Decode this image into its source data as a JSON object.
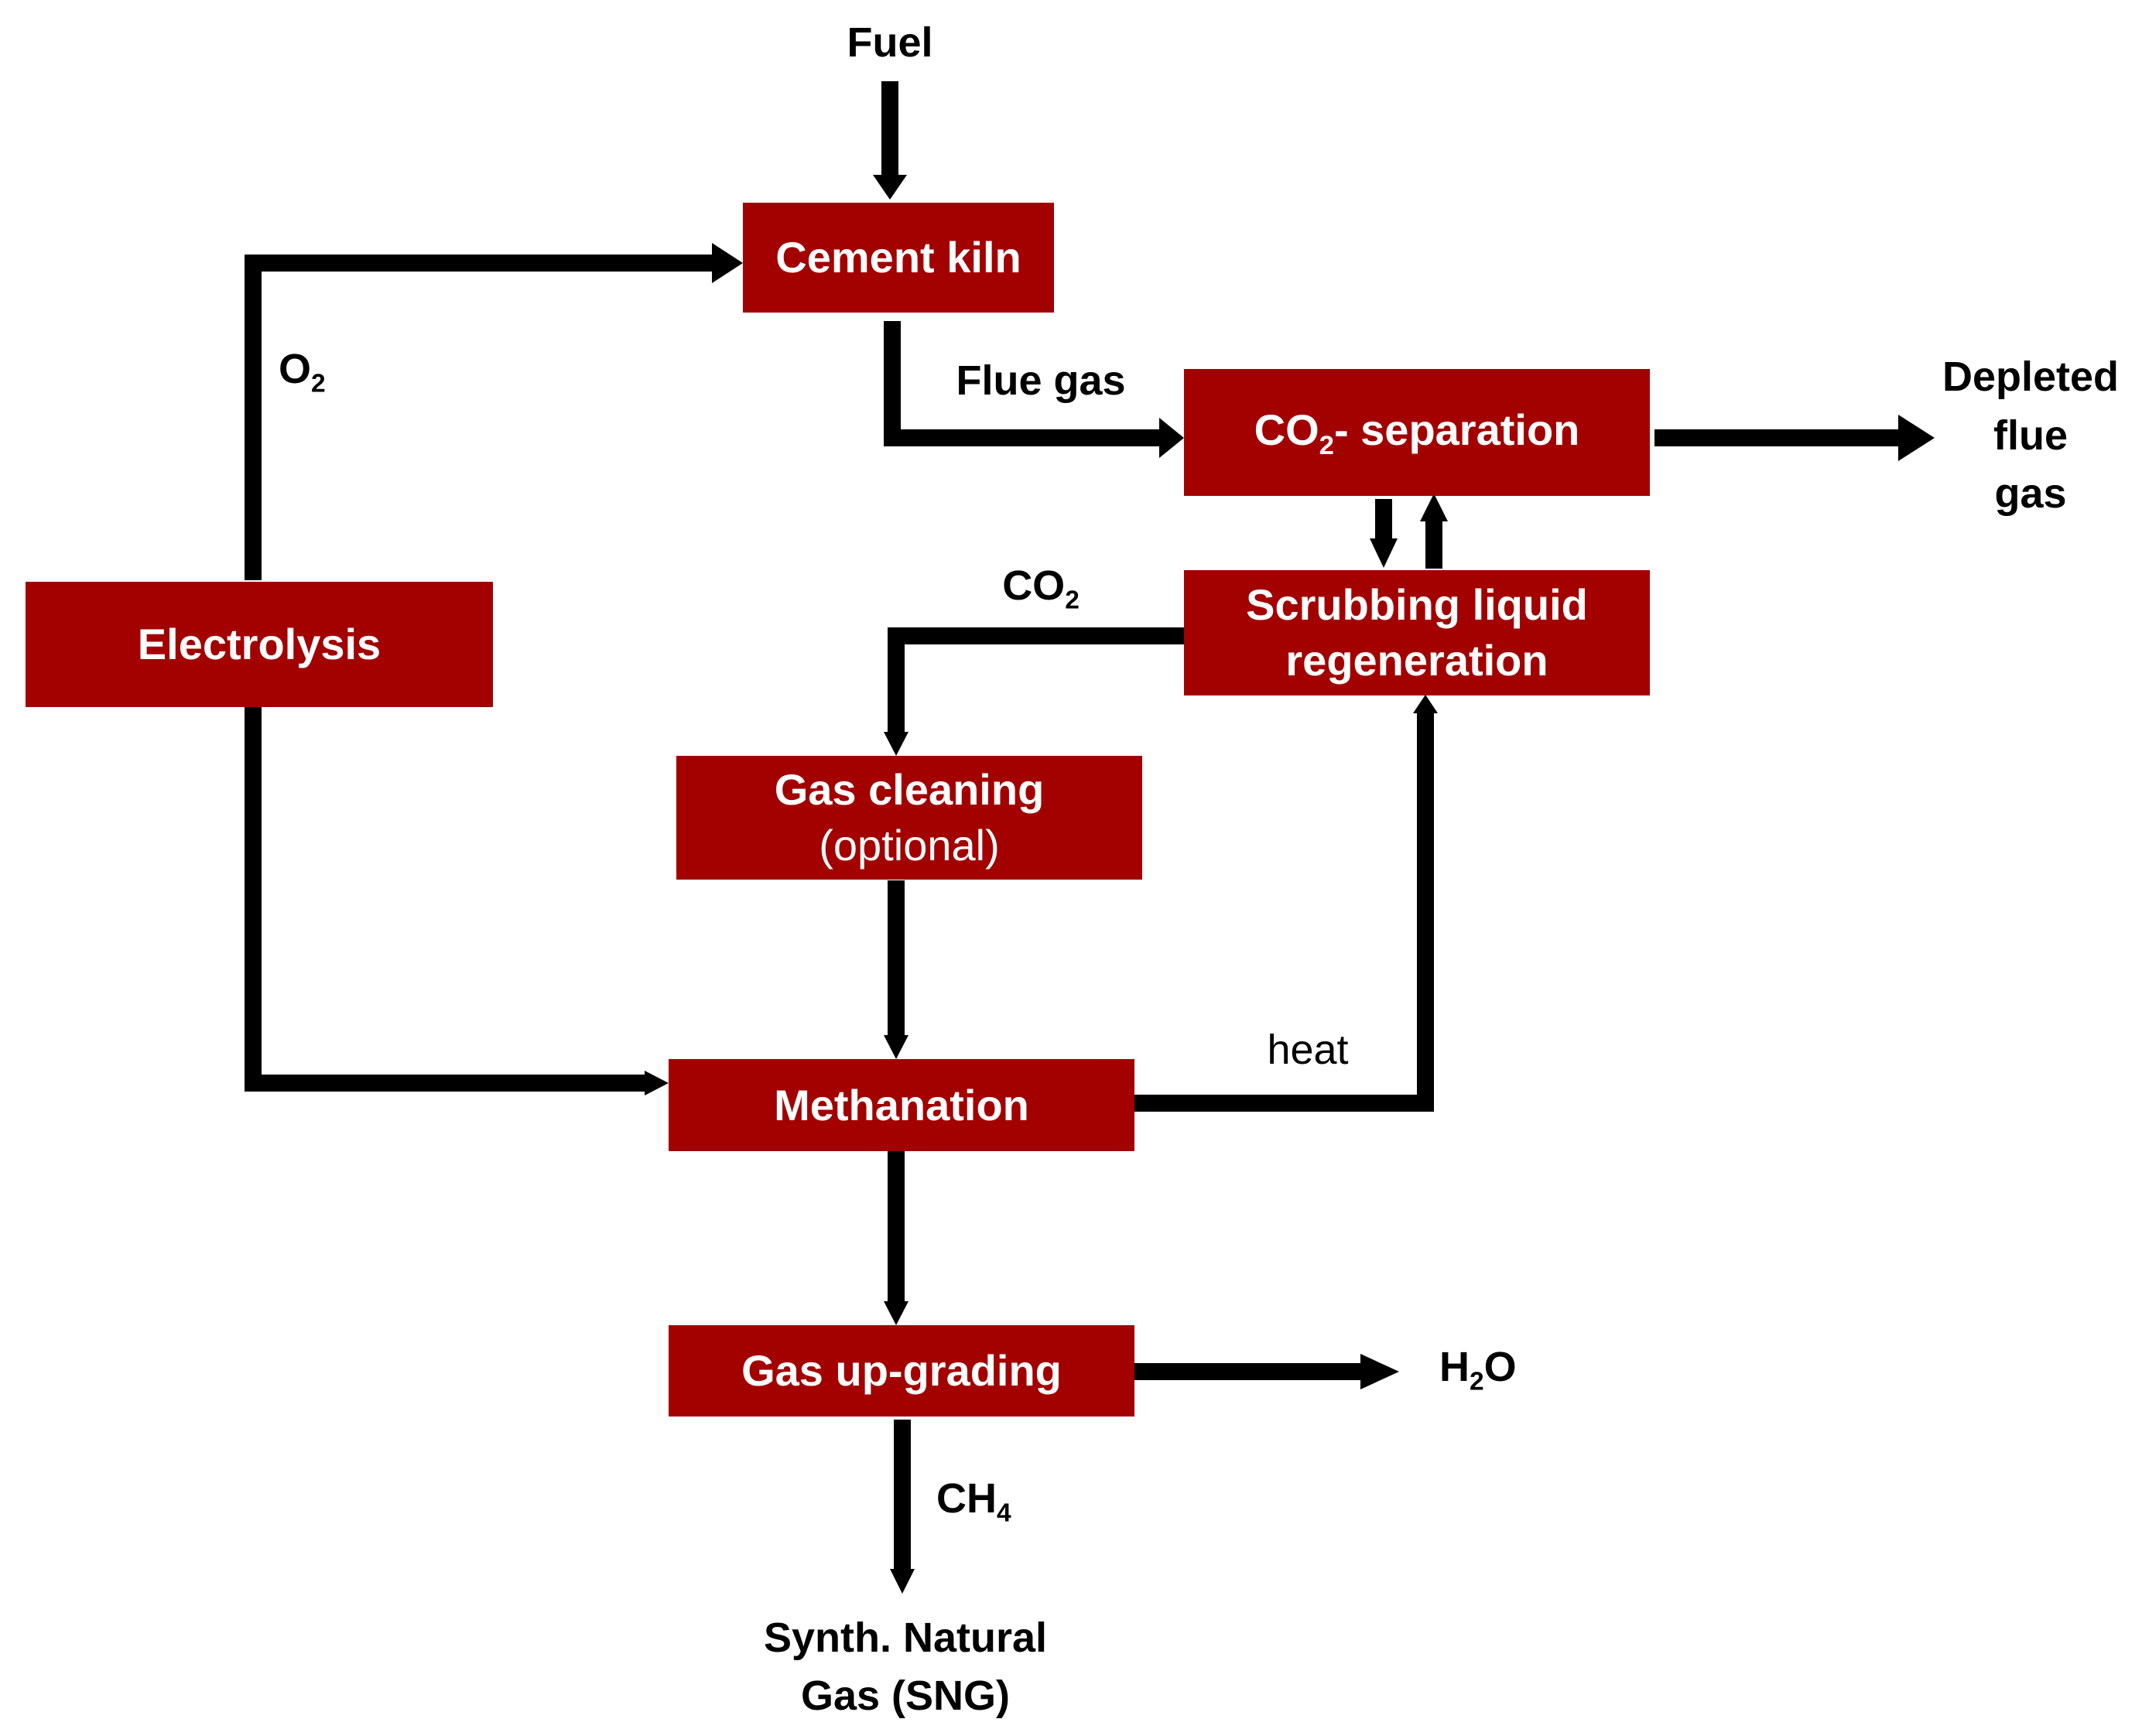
{
  "boxes": {
    "cement_kiln": "Cement kiln",
    "co2_separation": {
      "pre": "CO",
      "sub": "2",
      "post": "- separation"
    },
    "scrubbing": {
      "line1": "Scrubbing liquid",
      "line2": "regeneration"
    },
    "electrolysis": "Electrolysis",
    "gas_cleaning": {
      "line1": "Gas cleaning",
      "line2": "(optional)"
    },
    "methanation": "Methanation",
    "gas_upgrading": "Gas up-grading"
  },
  "labels": {
    "fuel": "Fuel",
    "flue_gas": "Flue gas",
    "o2": {
      "main": "O",
      "sub": "2"
    },
    "co2": {
      "main": "CO",
      "sub": "2"
    },
    "depleted": {
      "line1": "Depleted",
      "line2": "flue",
      "line3": "gas"
    },
    "heat": "heat",
    "h2o": {
      "pre": "H",
      "sub": "2",
      "post": "O"
    },
    "ch4": {
      "main": "CH",
      "sub": "4"
    },
    "sng": {
      "line1": "Synth. Natural",
      "line2": "Gas (SNG)"
    }
  },
  "colors": {
    "box_fill": "#a30000",
    "box_text": "#ffffff",
    "arrow": "#000000"
  }
}
